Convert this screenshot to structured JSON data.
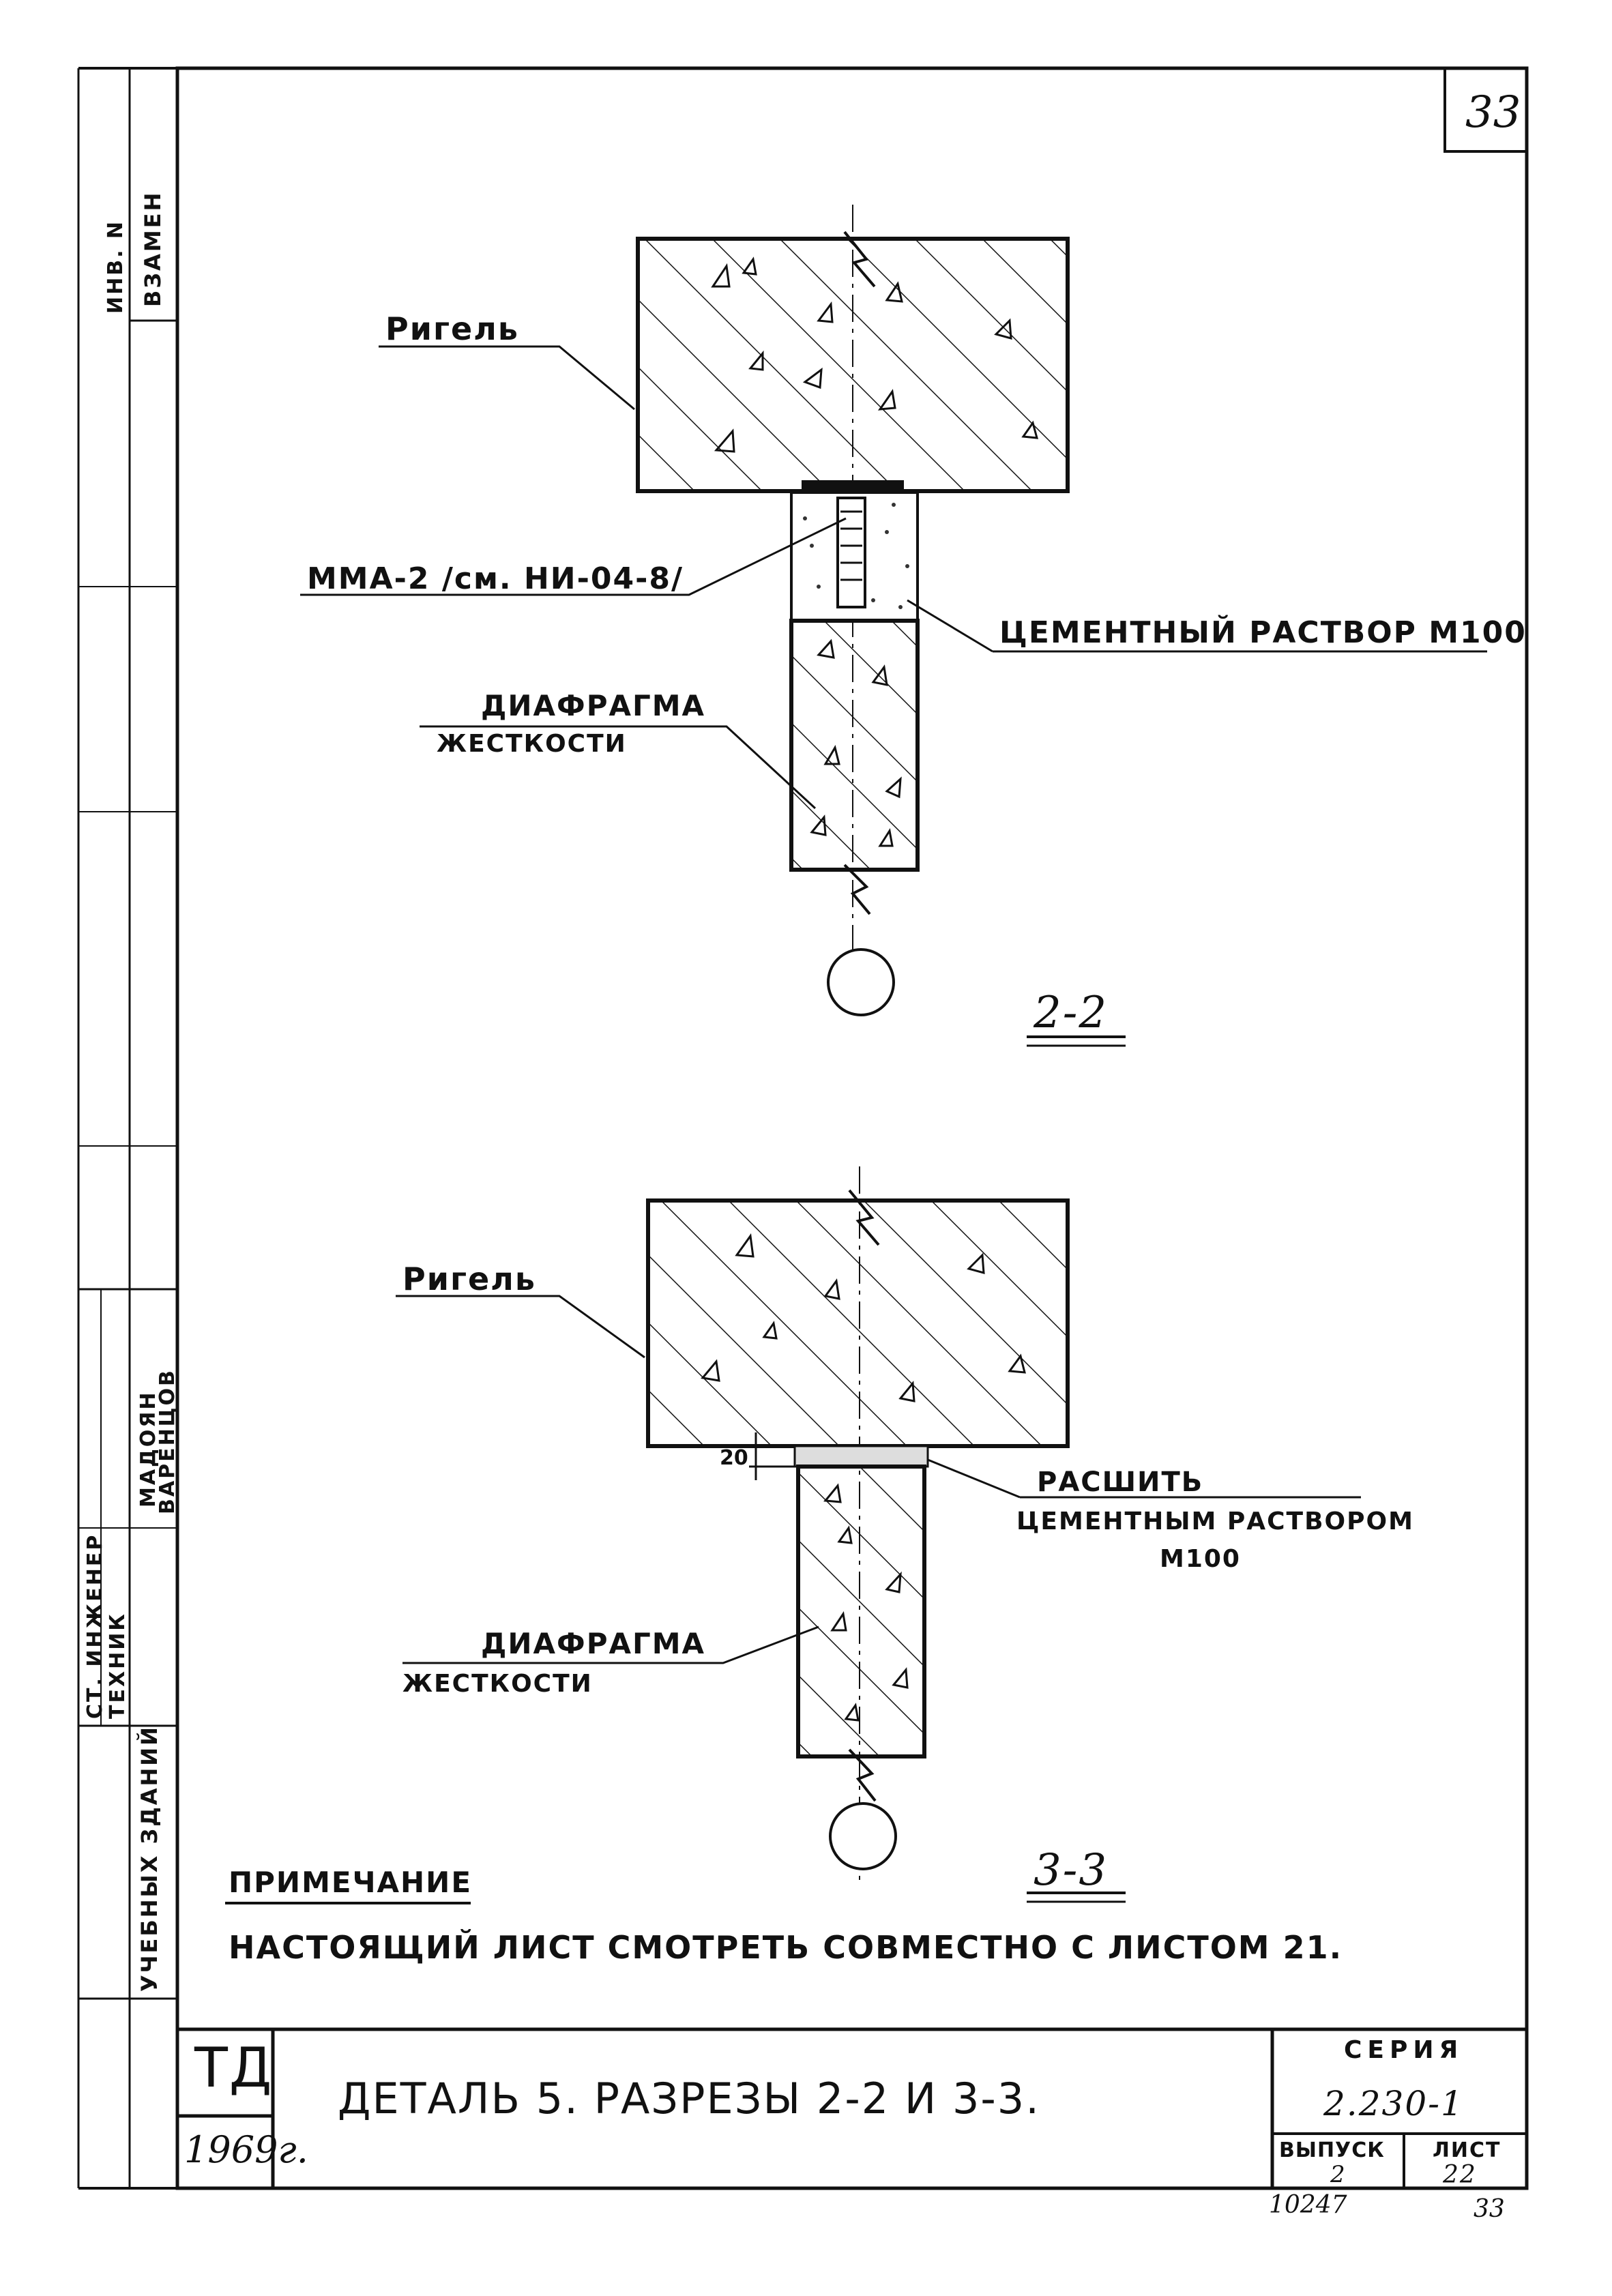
{
  "sheet_number_top": "33",
  "section_2_2": {
    "label": "2-2",
    "beam_label": "Ригель",
    "anchor_label": "ММА-2  /см. НИ-04-8/",
    "mortar_label": "ЦЕМЕНТНЫЙ  РАСТВОР  М100",
    "diaphragm_label_1": "ДИАФРАГМА",
    "diaphragm_label_2": "ЖЕСТКОСТИ"
  },
  "section_3_3": {
    "label": "3-3",
    "beam_label": "Ригель",
    "gap_dim": "20",
    "joint_label_1": "РАСШИТЬ",
    "joint_label_2": "ЦЕМЕНТНЫМ  РАСТВОРОМ",
    "joint_label_3": "М100",
    "diaphragm_label_1": "ДИАФРАГМА",
    "diaphragm_label_2": "ЖЕСТКОСТИ"
  },
  "note": {
    "title": "ПРИМЕЧАНИЕ",
    "text": "НАСТОЯЩИЙ   ЛИСТ   СМОТРЕТЬ   СОВМЕСТНО   С   ЛИСТОМ  21."
  },
  "title_block": {
    "org": "ТД",
    "year": "1969г.",
    "title": "ДЕТАЛЬ 5.   РАЗРЕЗЫ   2-2  И  3-3.",
    "series_label": "СЕРИЯ",
    "series_value": "2.230-1",
    "issue_label": "ВЫПУСК",
    "issue_value": "2",
    "sheet_label": "ЛИСТ",
    "sheet_value": "22"
  },
  "side_strip": {
    "inv_label": "ИНВ. N",
    "replace_label": "ВЗАМЕН",
    "eng_label": "СТ. ИНЖЕНЕР",
    "tech_label": "ТЕХНИК",
    "eng_name": "МАДОЯН",
    "tech_name": "ВАРЕНЦОВ",
    "school_label": "УЧЕБНЫХ  ЗДАНИЙ"
  },
  "footer": {
    "archive_no": "10247",
    "page_no": "33"
  },
  "colors": {
    "ink": "#111111",
    "paper": "#ffffff"
  }
}
